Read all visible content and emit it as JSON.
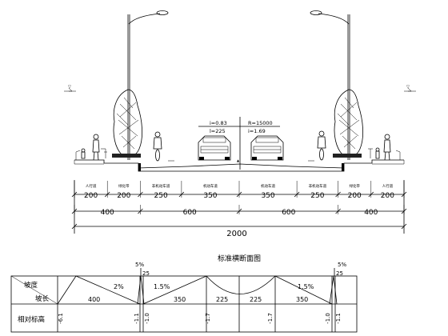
{
  "top_annotations": {
    "left_crossfall": "i=0.83",
    "left_width": "l=225",
    "right_radius": "R=15000",
    "right_crossfall": "i=1.69"
  },
  "lane_labels": [
    "人行道",
    "绿化带",
    "非机动车道",
    "机动车道",
    "机动车道",
    "非机动车道",
    "绿化带",
    "人行道"
  ],
  "width_row1": [
    "200",
    "200",
    "250",
    "350",
    "350",
    "250",
    "200",
    "200"
  ],
  "width_row2": [
    "400",
    "600",
    "600",
    "400"
  ],
  "total_width": "2000",
  "section_title": "标准横断面图",
  "table": {
    "row_slope_label": "坡度",
    "row_length_label": "坡长",
    "row_elev_label": "相对标高",
    "slope_values": [
      "2%",
      "1.5%",
      "1.5%"
    ],
    "length_values": [
      "400",
      "350",
      "225",
      "225",
      "350"
    ],
    "top_slope_left": "5%",
    "top_slope_right": "5%",
    "top_len_left": "25",
    "top_len_right": "25",
    "elev_values": [
      "-6.1",
      "-1.1",
      "-1.0",
      "-1.7",
      "-1.7",
      "-1.0",
      "-1.1"
    ]
  }
}
